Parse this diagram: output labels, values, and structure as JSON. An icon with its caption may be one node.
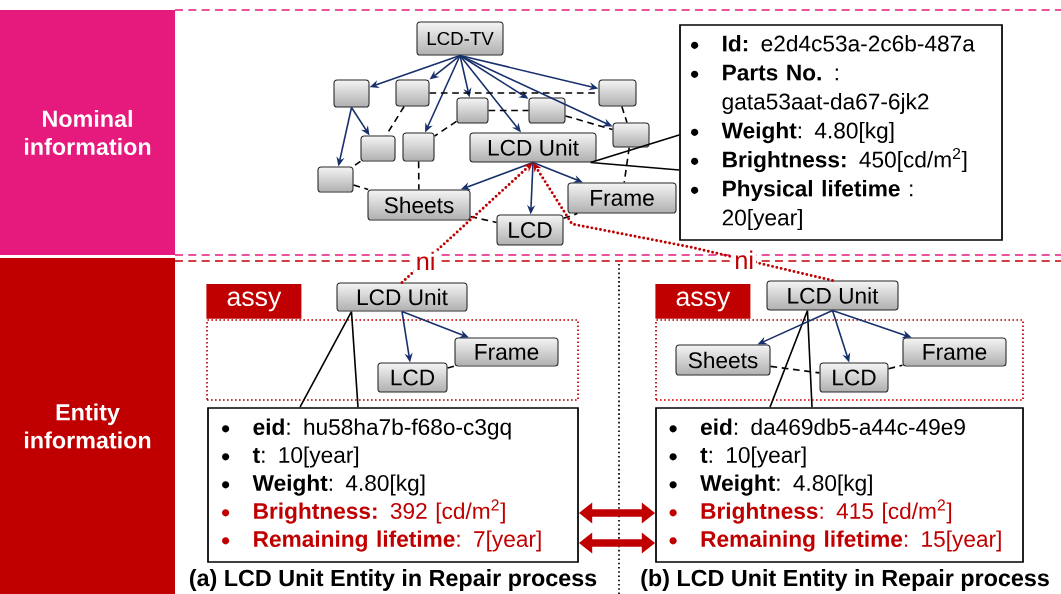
{
  "diagram": {
    "nodes": [
      {
        "text": [
          "Nominal information"
        ]
      },
      {
        "text": [
          "Entity information"
        ]
      },
      {
        "text": [
          "LCD-TV"
        ]
      },
      {
        "text": [],
        "shape": "box"
      },
      {
        "text": [],
        "shape": "box"
      },
      {
        "text": [],
        "shape": "box"
      },
      {
        "text": [],
        "shape": "box"
      },
      {
        "text": [],
        "shape": "box"
      },
      {
        "text": [],
        "shape": "box"
      },
      {
        "text": [],
        "shape": "box"
      },
      {
        "text": [],
        "shape": "box"
      },
      {
        "text": [],
        "shape": "box"
      },
      {
        "text": [
          "LCD Unit"
        ]
      },
      {
        "text": [
          "Sheets"
        ]
      },
      {
        "text": [
          "Frame"
        ]
      },
      {
        "text": [
          "LCD"
        ]
      },
      {
        "text": [
          "**Id:** e2d4c53a-2c6b-487a",
          "**Parts No.** : gata53aat-da67-6jk2",
          "**Weight**: 4.80[kg]",
          "**Brightness:** 450[cd/m$^{2}$]",
          "**Physical lifetime** : 20[year]"
        ]
      },
      {
        "text": [
          "assy"
        ]
      },
      {
        "text": [
          "LCD Unit"
        ]
      },
      {
        "text": [
          "Frame"
        ],
        "in": 17
      },
      {
        "text": [
          "LCD"
        ],
        "in": 17
      },
      {
        "text": [
          "**eid**: hu58ha7b-f68o-c3gq",
          "**t**: 10[year]",
          "**Weight**: 4.80[kg]",
          "**Brightness:** 392 [cd/m$^{2}$]",
          "**Remaining lifetime**: 7[year]"
        ]
      },
      {
        "text": [
          "assy"
        ]
      },
      {
        "text": [
          "LCD Unit"
        ]
      },
      {
        "text": [
          "Sheets"
        ],
        "in": 22
      },
      {
        "text": [
          "LCD"
        ],
        "in": 22
      },
      {
        "text": [
          "Frame"
        ],
        "in": 22
      },
      {
        "text": [
          "**eid**: da469db5-a44c-49e9",
          "**t**: 10[year]",
          "**Weight**: 4.80[kg]",
          "**Brightness**: 415 [cd/m$^{2}$]",
          "**Remaining lifetime**: 15[year]"
        ]
      }
    ],
    "edges": [
      {
        "from": 2,
        "to": 3,
        "arrow": "to"
      },
      {
        "from": 2,
        "to": 4,
        "arrow": "to"
      },
      {
        "from": 2,
        "to": 5,
        "arrow": "to"
      },
      {
        "from": 2,
        "to": 6,
        "arrow": "to"
      },
      {
        "from": 2,
        "to": 7,
        "arrow": "to"
      },
      {
        "from": 2,
        "to": 8,
        "arrow": "to"
      },
      {
        "from": 2,
        "to": 10,
        "arrow": "to"
      },
      {
        "from": 2,
        "to": 12,
        "arrow": "to"
      },
      {
        "from": 3,
        "to": 9,
        "arrow": "to"
      },
      {
        "from": 3,
        "to": 11,
        "arrow": "to"
      },
      {
        "from": 12,
        "to": 13,
        "arrow": "to"
      },
      {
        "from": 12,
        "to": 15,
        "arrow": "to"
      },
      {
        "from": 12,
        "to": 14,
        "arrow": "to"
      },
      {
        "from": 4,
        "to": 5,
        "arrow": "none",
        "style": "dashed",
        "color": "#000000"
      },
      {
        "from": 6,
        "to": 7,
        "arrow": "none",
        "style": "dashed",
        "color": "#000000"
      },
      {
        "from": 4,
        "to": 9,
        "arrow": "none",
        "style": "dashed",
        "color": "#000000"
      },
      {
        "from": 7,
        "to": 8,
        "arrow": "none",
        "style": "dashed",
        "color": "#000000"
      },
      {
        "from": 5,
        "to": 8,
        "arrow": "none",
        "style": "dashed",
        "color": "#000000"
      },
      {
        "from": 6,
        "to": 10,
        "arrow": "none",
        "style": "dashed",
        "color": "#000000"
      },
      {
        "from": 9,
        "to": 11,
        "arrow": "none",
        "style": "dashed",
        "color": "#000000"
      },
      {
        "from": 11,
        "to": 13,
        "arrow": "none",
        "style": "dashed",
        "color": "#000000"
      },
      {
        "from": 10,
        "to": 13,
        "arrow": "none",
        "style": "dashed",
        "color": "#000000"
      },
      {
        "from": 13,
        "to": 15,
        "arrow": "none",
        "style": "dashed",
        "color": "#000000"
      },
      {
        "from": 15,
        "to": 14,
        "arrow": "none",
        "style": "dashed",
        "color": "#000000"
      },
      {
        "from": 8,
        "to": 14,
        "arrow": "none",
        "style": "dashed",
        "color": "#000000"
      },
      {
        "from": 16,
        "to": 12,
        "arrow": "none",
        "color": "#000000"
      },
      {
        "from": 18,
        "to": 12,
        "arrow": "to",
        "label": "ni",
        "style": "dashed",
        "color": "#c00000"
      },
      {
        "from": 23,
        "to": 12,
        "arrow": "to",
        "label": "ni",
        "style": "dashed",
        "color": "#c00000"
      },
      {
        "from": 18,
        "to": 20,
        "arrow": "to"
      },
      {
        "from": 18,
        "to": 19,
        "arrow": "to"
      },
      {
        "from": 20,
        "to": 19,
        "arrow": "none",
        "style": "dashed",
        "color": "#000000"
      },
      {
        "from": 21,
        "to": 18,
        "arrow": "none",
        "color": "#000000"
      },
      {
        "from": 23,
        "to": 24,
        "arrow": "to"
      },
      {
        "from": 23,
        "to": 25,
        "arrow": "to"
      },
      {
        "from": 23,
        "to": 26,
        "arrow": "to"
      },
      {
        "from": 24,
        "to": 25,
        "arrow": "none",
        "style": "dashed",
        "color": "#000000"
      },
      {
        "from": 25,
        "to": 26,
        "arrow": "none",
        "style": "dashed",
        "color": "#000000"
      },
      {
        "from": 27,
        "to": 23,
        "arrow": "none",
        "color": "#000000"
      },
      {
        "from": 21,
        "to": 27,
        "arrow": "both",
        "style": "thick",
        "color": "#c00000"
      },
      {
        "from": 21,
        "to": 27,
        "arrow": "both",
        "style": "thick",
        "color": "#c00000"
      }
    ],
    "labels": [
      "(a) LCD Unit Entity in Repair process",
      "(b) LCD Unit Entity in Repair process"
    ]
  }
}
